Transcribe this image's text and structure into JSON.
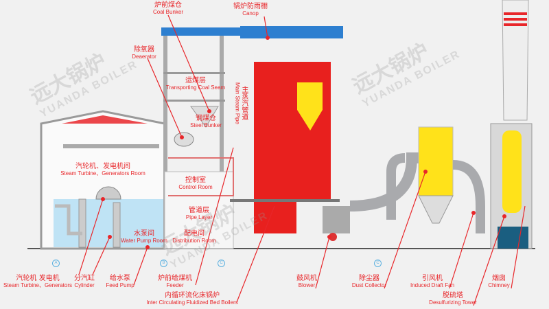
{
  "watermark": {
    "cn": "远大锅炉",
    "en": "YUANDA BOILER"
  },
  "colors": {
    "label": "#e8262a",
    "boiler": "#e8201e",
    "canopy": "#2d7fd0",
    "water_room": "#bfe3f5",
    "dust_collector": "#ffe21a",
    "duct": "#a9aaad"
  },
  "labels": {
    "coal_bunker": {
      "cn": "炉前煤仓",
      "en": "Coal Bunker"
    },
    "canopy": {
      "cn": "锅炉防雨棚",
      "en": "Canop"
    },
    "deaerator": {
      "cn": "除氧器",
      "en": "Deaerator"
    },
    "transporting_coal_seam": {
      "cn": "运煤层",
      "en": "Transporting Coal Seam"
    },
    "main_steam_pipe": {
      "cn": "主蒸汽管道",
      "en": "Main Steam Pipe"
    },
    "steel_bunker": {
      "cn": "钢煤仓",
      "en": "Steel Bunker"
    },
    "turbine_room": {
      "cn": "汽轮机、发电机间",
      "en": "Steam Turbine、Generators Room"
    },
    "control_room": {
      "cn": "控制室",
      "en": "Control Room"
    },
    "pipe_layer": {
      "cn": "管道层",
      "en": "Pipe Layer"
    },
    "water_pump_room": {
      "cn": "水泵间",
      "en": "Water Pump Room"
    },
    "distribution_room": {
      "cn": "配电间",
      "en": "Distribution Room"
    },
    "turbine_generators": {
      "cn": "汽轮机 发电机",
      "en": "Steam Turbine、Generators"
    },
    "cylinder": {
      "cn": "分汽缸",
      "en": "Cylinder"
    },
    "feed_pump": {
      "cn": "给水泵",
      "en": "Feed Pump"
    },
    "feeder": {
      "cn": "炉前给煤机",
      "en": "Feeder"
    },
    "cfb_boiler": {
      "cn": "内循环流化床锅炉",
      "en": "Inter Circulating Fluidized Bed Boilers"
    },
    "blower": {
      "cn": "鼓风机",
      "en": "Blower"
    },
    "dust_collector": {
      "cn": "除尘器",
      "en": "Dust Collector"
    },
    "induced_draft_fan": {
      "cn": "引风机",
      "en": "Induced Draft Fan"
    },
    "chimney": {
      "cn": "烟囱",
      "en": "Chimney"
    },
    "desulfurizing_tower": {
      "cn": "脱硫塔",
      "en": "Desulfurizing Tower"
    }
  },
  "axes": [
    "A",
    "B",
    "C",
    "C"
  ]
}
